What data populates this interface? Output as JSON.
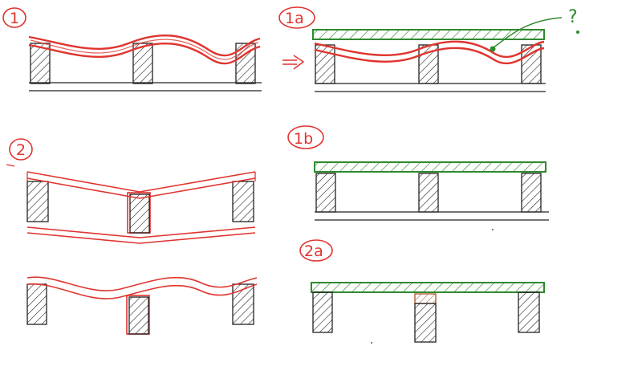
{
  "colors": {
    "ink": "#222222",
    "red": "#e0342f",
    "green": "#2f8a2f",
    "brown": "#b0522a",
    "background": "#ffffff"
  },
  "labels": {
    "p1": "1",
    "p1a": "1a",
    "p1b": "1b",
    "p2": "2",
    "p2a": "2a",
    "question": "?"
  },
  "panels": [
    {
      "id": "1",
      "description_free": true
    },
    {
      "id": "1a"
    },
    {
      "id": "1b"
    },
    {
      "id": "2"
    },
    {
      "id": "2a"
    }
  ]
}
